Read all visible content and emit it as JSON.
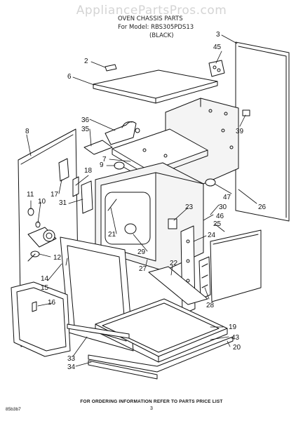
{
  "watermark": "AppliancePartsPros.com",
  "header": {
    "line1": "OVEN CHASSIS PARTS",
    "line2": "For Model: RBS305PDS13",
    "line3": "(BLACK)"
  },
  "footer": {
    "ordering_note": "FOR ORDERING INFORMATION REFER TO PARTS PRICE LIST",
    "page_number": "3",
    "code": "85b3b7"
  },
  "callouts": {
    "c2": "2",
    "c3": "3",
    "c6": "6",
    "c7": "7",
    "c8": "8",
    "c9": "9",
    "c10": "10",
    "c11": "11",
    "c12": "12",
    "c14": "14",
    "c15": "15",
    "c16": "16",
    "c17": "17",
    "c18": "18",
    "c19": "19",
    "c20": "20",
    "c21": "21",
    "c22": "22",
    "c23": "23",
    "c24": "24",
    "c25": "25",
    "c26": "26",
    "c27": "27",
    "c28": "28",
    "c29": "29",
    "c30": "30",
    "c31": "31",
    "c33": "33",
    "c34": "34",
    "c35": "35",
    "c36": "36",
    "c39": "39",
    "c43": "43",
    "c45": "45",
    "c46": "46",
    "c47": "47"
  },
  "colors": {
    "line": "#111111",
    "insulation_fill": "#f4f4f4",
    "watermark": "#d4d4d4"
  }
}
